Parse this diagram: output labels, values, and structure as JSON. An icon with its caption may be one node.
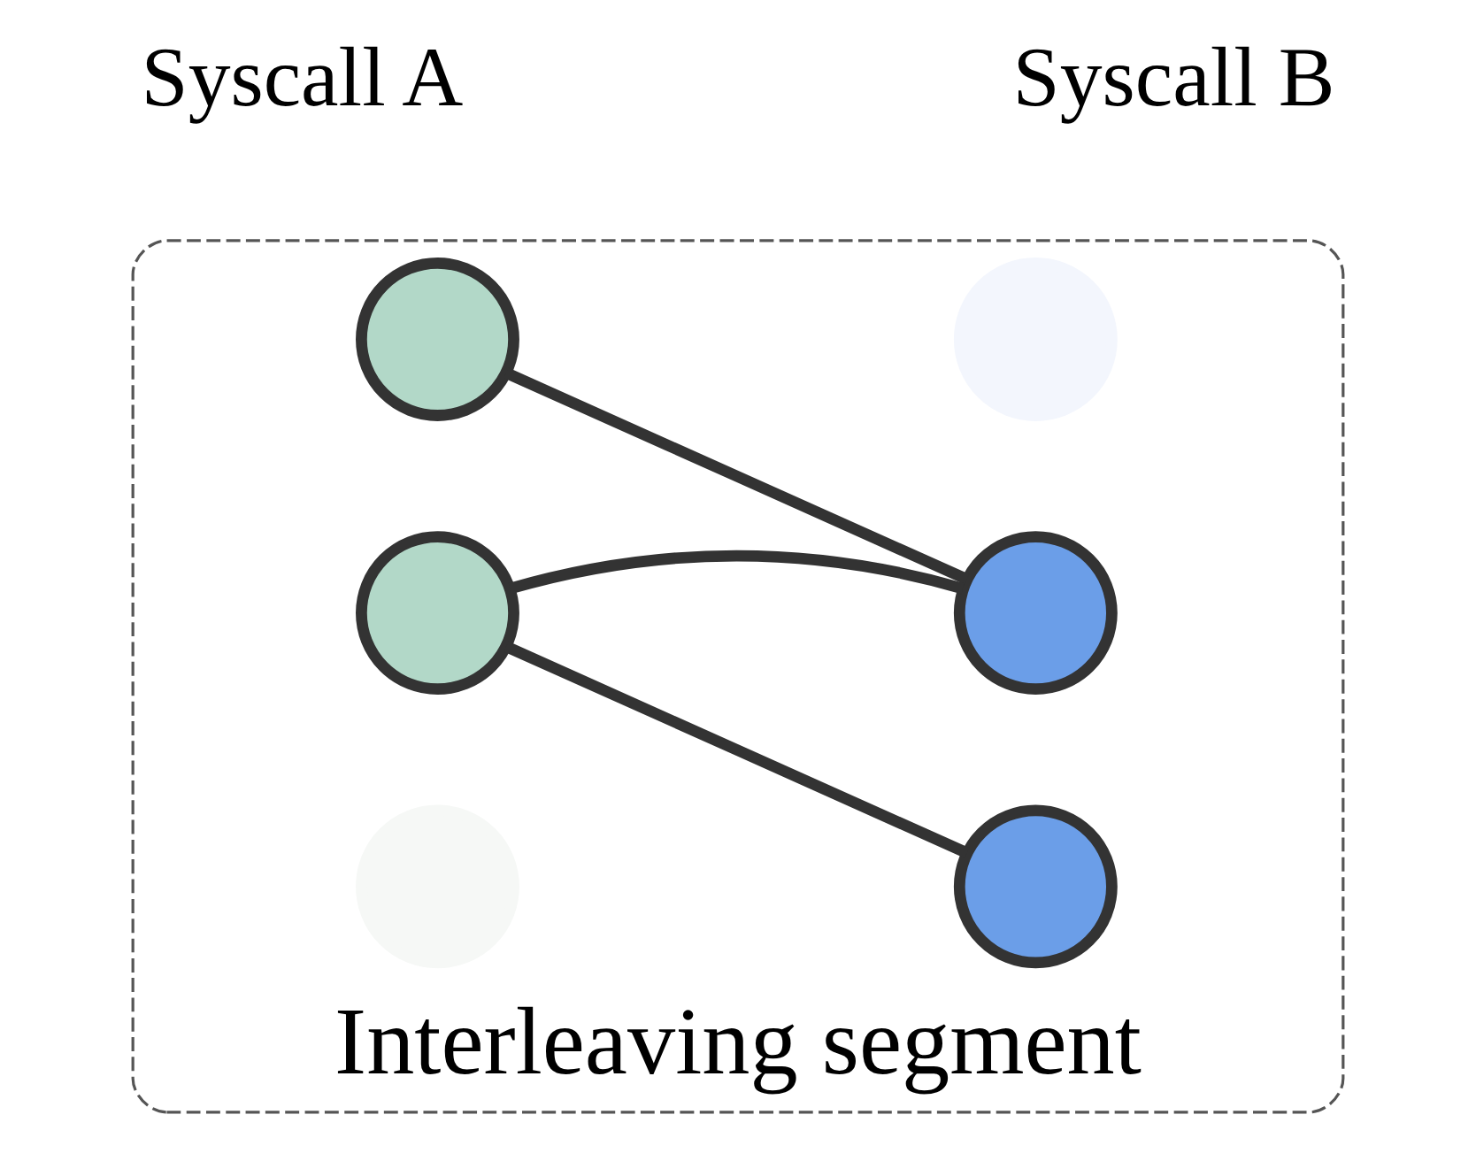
{
  "diagram": {
    "nodes": [
      {
        "text": [
          "Interleaving segment"
        ]
      },
      {
        "text": [],
        "shape": "circle",
        "in": 0
      },
      {
        "text": [],
        "shape": "circle",
        "in": 0
      },
      {
        "text": [],
        "shape": "circle",
        "in": 0
      },
      {
        "text": [],
        "shape": "circle",
        "in": 0
      },
      {
        "text": [],
        "shape": "circle",
        "in": 0
      },
      {
        "text": [],
        "shape": "circle",
        "in": 0
      }
    ],
    "edges": [
      {
        "from": 1,
        "to": 5,
        "arrow": "none"
      },
      {
        "from": 2,
        "to": 5,
        "arrow": "none"
      },
      {
        "from": 2,
        "to": 6,
        "arrow": "none"
      }
    ],
    "labels": [
      "Syscall A",
      "Syscall B"
    ]
  }
}
